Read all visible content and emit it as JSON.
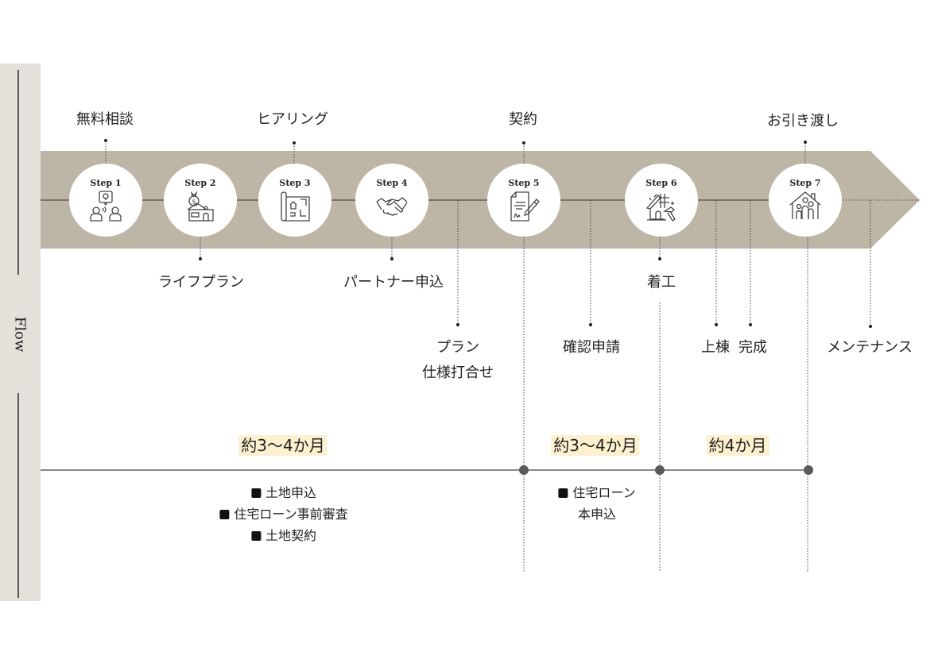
{
  "sidebar": {
    "title": "Flow"
  },
  "colors": {
    "band": "#bdb5a5",
    "band_line": "#7a7468",
    "sidebar_bg": "#e4e1da",
    "highlight": "#fdf0cf",
    "timeline": "#888888",
    "dot": "#5a5a5a"
  },
  "steps": [
    {
      "label": "Step 1",
      "icon": "consultation-icon",
      "milestone": "無料相談"
    },
    {
      "label": "Step 2",
      "icon": "house-money-icon",
      "milestone": "ライフプラン"
    },
    {
      "label": "Step 3",
      "icon": "blueprint-icon",
      "milestone": "ヒアリング"
    },
    {
      "label": "Step 4",
      "icon": "handshake-icon",
      "milestone": "パートナー申込"
    },
    {
      "label": "Step 5",
      "icon": "contract-signing-icon",
      "milestone": "契約"
    },
    {
      "label": "Step 6",
      "icon": "construction-icon",
      "milestone": "着工"
    },
    {
      "label": "Step 7",
      "icon": "family-home-icon",
      "milestone": "お引き渡し"
    }
  ],
  "sub_milestones": {
    "plan_line1": "プラン",
    "plan_line2": "仕様打合せ",
    "confirmation": "確認申請",
    "framing": "上棟",
    "completion": "完成",
    "maintenance": "メンテナンス"
  },
  "periods": [
    {
      "label": "約3〜4か月",
      "tasks": [
        "土地申込",
        "住宅ローン事前審査",
        "土地契約"
      ]
    },
    {
      "label": "約3〜4か月",
      "tasks": [
        "住宅ローン",
        "本申込"
      ]
    },
    {
      "label": "約4か月",
      "tasks": []
    }
  ]
}
